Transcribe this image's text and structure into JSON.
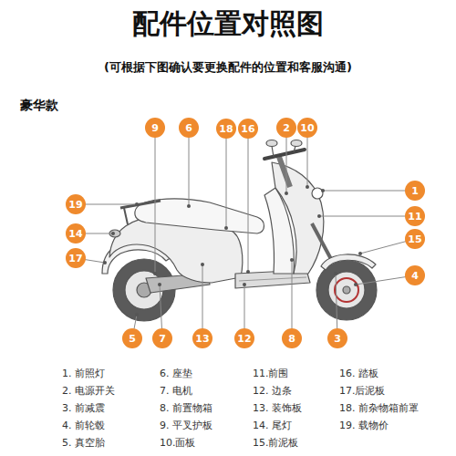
{
  "diagram": {
    "title": "配件位置对照图",
    "nodes": [
      {
        "text": [
          "9"
        ]
      },
      {
        "text": [
          "6"
        ]
      },
      {
        "text": [
          "18"
        ]
      },
      {
        "text": [
          "16"
        ]
      },
      {
        "text": [
          "2"
        ]
      },
      {
        "text": [
          "10"
        ]
      },
      {
        "text": [
          "1"
        ]
      },
      {
        "text": [
          "19"
        ]
      },
      {
        "text": [
          "11"
        ]
      },
      {
        "text": [
          "14"
        ]
      },
      {
        "text": [
          "15"
        ]
      },
      {
        "text": [
          "17"
        ]
      },
      {
        "text": [
          "4"
        ]
      },
      {
        "text": [
          "5"
        ]
      },
      {
        "text": [
          "7"
        ]
      },
      {
        "text": [
          "13"
        ]
      },
      {
        "text": [
          "12"
        ]
      },
      {
        "text": [
          "8"
        ]
      },
      {
        "text": [
          "3"
        ]
      }
    ],
    "labels": [
      "(可根据下图确认要更换配件的位置和客服沟通)",
      "豪华款",
      "1. 前照灯",
      "2. 电源开关",
      "3. 前减震",
      "4. 前轮毂",
      "5. 真空胎",
      "6. 座垫",
      "7. 电机",
      "8. 前置物箱",
      "9. 平叉护板",
      "10.面板",
      "11.前围",
      "12. 边条",
      "13. 装饰板",
      "14. 尾灯",
      "15.前泥板",
      "16. 踏板",
      "17.后泥板",
      "18. 前杂物箱前罩",
      "19. 载物价"
    ]
  }
}
